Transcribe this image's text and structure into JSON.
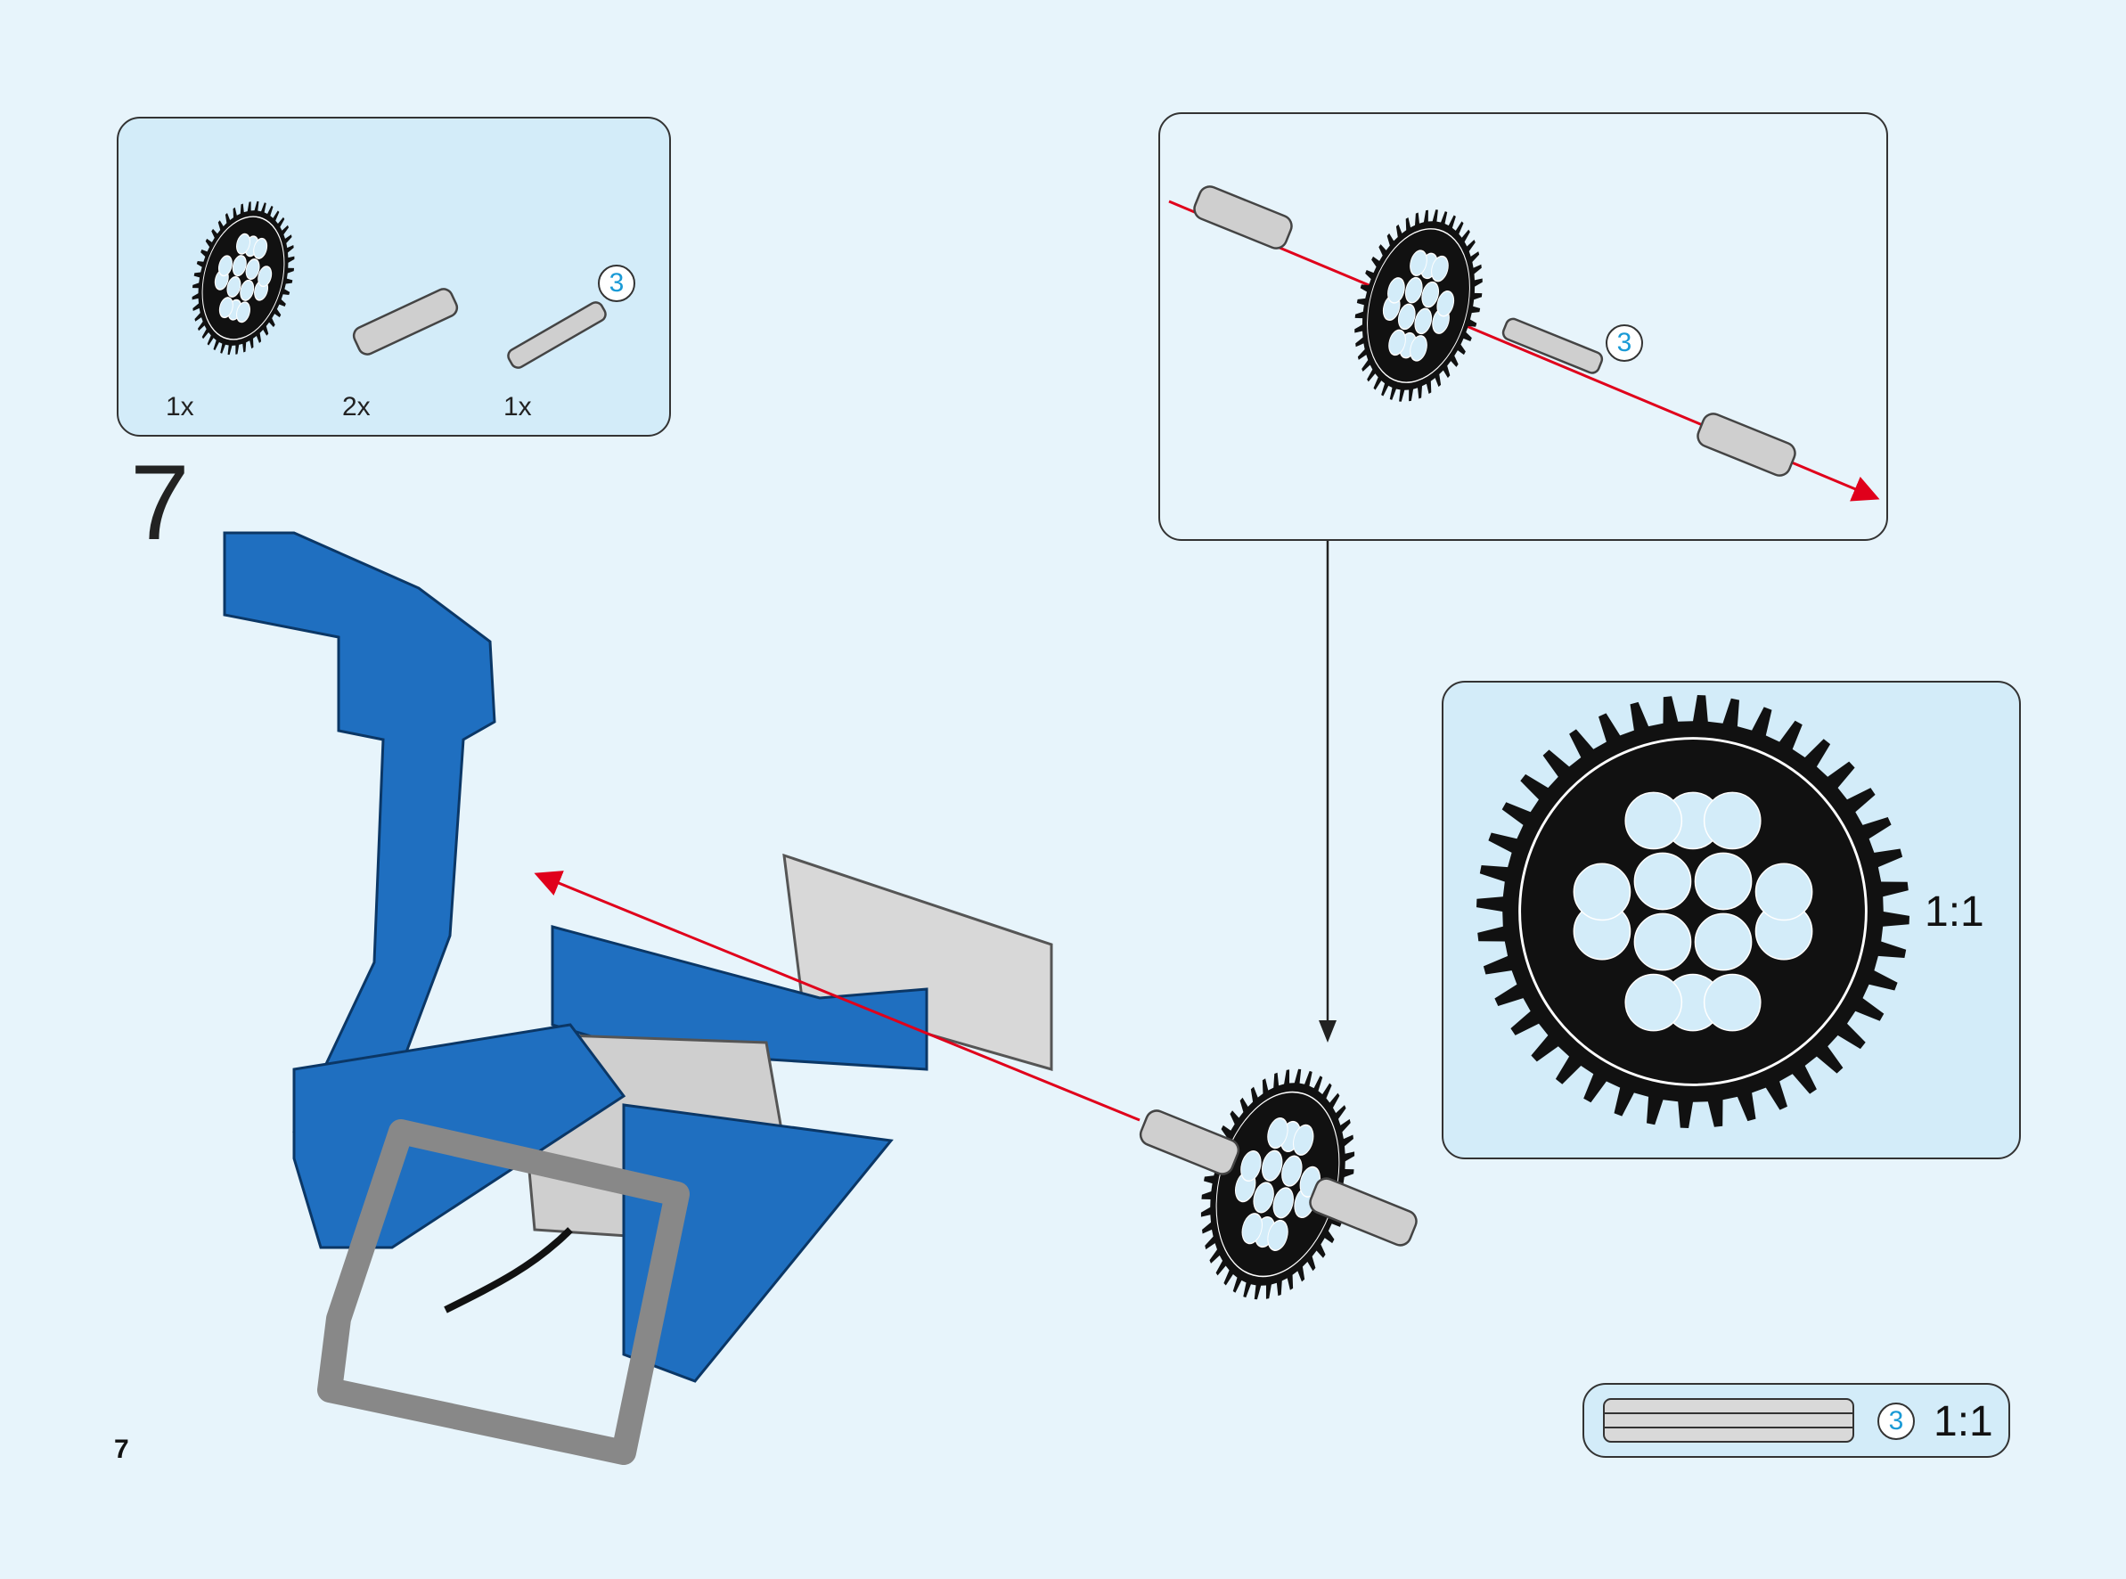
{
  "step_number": "7",
  "page_number": "7",
  "parts_list": [
    {
      "part": "gear-40-tooth",
      "quantity": "1x"
    },
    {
      "part": "axle-connector",
      "quantity": "2x"
    },
    {
      "part": "axle",
      "quantity": "1x",
      "length": "3"
    }
  ],
  "subassembly": {
    "axle_length": "3"
  },
  "gear_scale": "1:1",
  "axle_scale": {
    "length": "3",
    "scale": "1:1"
  },
  "colors": {
    "background": "#e7f4fb",
    "panel": "#d3ecf9",
    "subassembly_panel": "#fffde3",
    "arrow": "#e0001b",
    "blue_beam": "#1f6fc0",
    "grey_beam": "#c8c8c8",
    "length_callout": "#1a9ad6"
  }
}
